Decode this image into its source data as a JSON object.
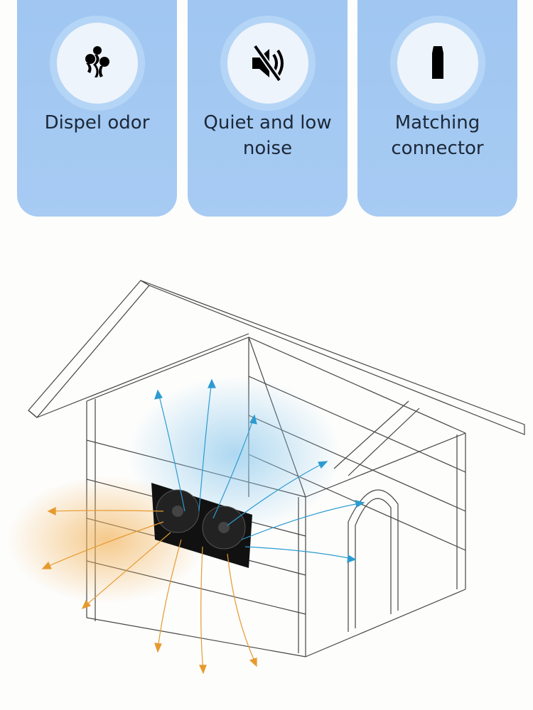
{
  "features": [
    {
      "label": "Dispel odor",
      "icon": "odor-icon"
    },
    {
      "label": "Quiet and low noise",
      "icon": "mute-speaker-icon"
    },
    {
      "label": "Matching connector",
      "icon": "connector-icon"
    }
  ],
  "colors": {
    "card": "#a3c9f2",
    "text": "#1c2838",
    "exhaust": "#e69a2e",
    "intake": "#2c9bd0"
  }
}
